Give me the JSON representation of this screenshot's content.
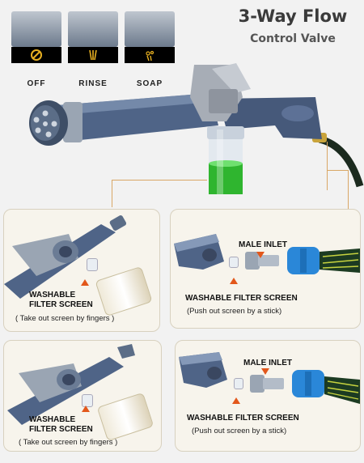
{
  "heading": {
    "line1": "3-Way Flow",
    "line2": "Control Valve"
  },
  "modes": [
    {
      "label": "OFF",
      "icon": "off-icon"
    },
    {
      "label": "RINSE",
      "icon": "rinse-icon"
    },
    {
      "label": "SOAP",
      "icon": "soap-icon"
    }
  ],
  "panels": {
    "top_left": {
      "line1": "WASHABLE",
      "line2": "FILTER SCREEN",
      "note": "( Take out screen by fingers )"
    },
    "top_right": {
      "inlet": "MALE INLET",
      "filter": "WASHABLE FILTER SCREEN",
      "note": "(Push out screen by a stick)"
    },
    "bottom_left": {
      "line1": "WASHABLE",
      "line2": "FILTER SCREEN",
      "note": "( Take out screen by fingers )"
    },
    "bottom_right": {
      "inlet": "MALE INLET",
      "filter": "WASHABLE FILTER SCREEN",
      "note": "(Push out screen by a stick)"
    }
  },
  "colors": {
    "accent": "#e2571b",
    "gun_blue": "#4f6487",
    "soap_green": "#2fb52f",
    "connector": "#2a87d8"
  }
}
